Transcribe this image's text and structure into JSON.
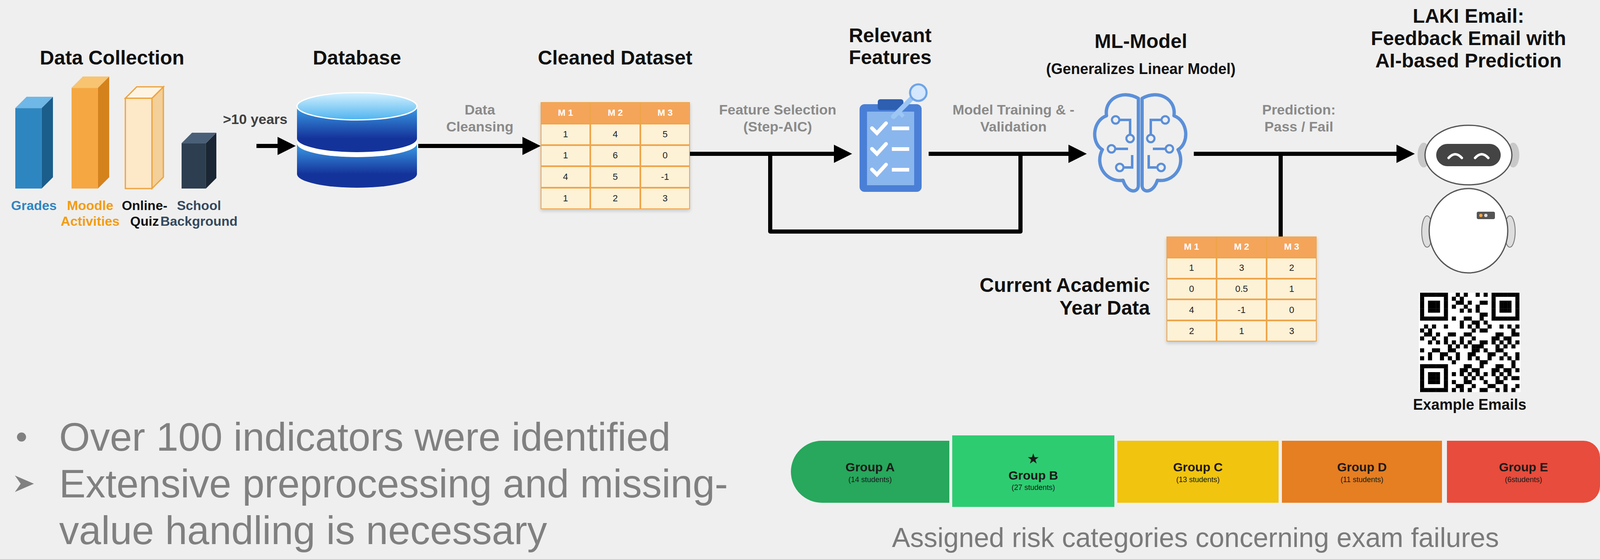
{
  "diagram": {
    "caption": "Assigned risk categories concerning exam failures",
    "nodes": [
      {
        "text": [
          "Data Collection"
        ]
      },
      {
        "text": [
          "Grades"
        ],
        "in": 0
      },
      {
        "text": [
          "Moodle Activities"
        ],
        "in": 0
      },
      {
        "text": [
          "Online- Quiz"
        ],
        "in": 0
      },
      {
        "text": [
          "School Background"
        ],
        "in": 0
      },
      {
        "text": [
          "Database"
        ]
      },
      {
        "text": [
          "Cleaned Dataset",
          "M 1",
          "M 2",
          "M 3",
          "1",
          "4",
          "5",
          "1",
          "6",
          "0",
          "4",
          "5",
          "-1",
          "1",
          "2",
          "3"
        ]
      },
      {
        "text": [
          "Relevant Features"
        ]
      },
      {
        "text": [
          "ML-Model",
          "(Generalizes Linear Model)"
        ]
      },
      {
        "text": [
          "LAKI Email: Feedback Email with AI-based Prediction"
        ]
      },
      {
        "text": [
          "Current Academic Year Data",
          "M 1",
          "M 2",
          "M 3",
          "1",
          "3",
          "2",
          "0",
          "0.5",
          "1",
          "4",
          "-1",
          "0",
          "2",
          "1",
          "3"
        ]
      },
      {
        "text": [
          "Example Emails"
        ]
      },
      {
        "text": [
          "Group A",
          "(14 students)"
        ]
      },
      {
        "text": [
          "★",
          "Group B",
          "(27 students)"
        ]
      },
      {
        "text": [
          "Group C",
          "(13 students)"
        ]
      },
      {
        "text": [
          "Group D",
          "(11 students)"
        ]
      },
      {
        "text": [
          "Group E",
          "(6students)"
        ]
      }
    ],
    "edges": [
      {
        "from": 0,
        "to": 5,
        "arrow": "to",
        "label": ">10 years"
      },
      {
        "from": 5,
        "to": 6,
        "arrow": "to",
        "label": "Data Cleansing"
      },
      {
        "from": 6,
        "to": 7,
        "arrow": "to",
        "label": "Feature Selection (Step-AIC)"
      },
      {
        "from": 6,
        "to": 8,
        "arrow": "to"
      },
      {
        "from": 7,
        "to": 8,
        "arrow": "to",
        "label": "Model Training & -Validation"
      },
      {
        "from": 8,
        "to": 9,
        "arrow": "to",
        "label": "Prediction: Pass / Fail"
      },
      {
        "from": 10,
        "to": 9,
        "arrow": "to"
      }
    ],
    "labels": [
      "Over 100 indicators were identified",
      "Extensive preprocessing and missing-value handling is necessary"
    ]
  }
}
